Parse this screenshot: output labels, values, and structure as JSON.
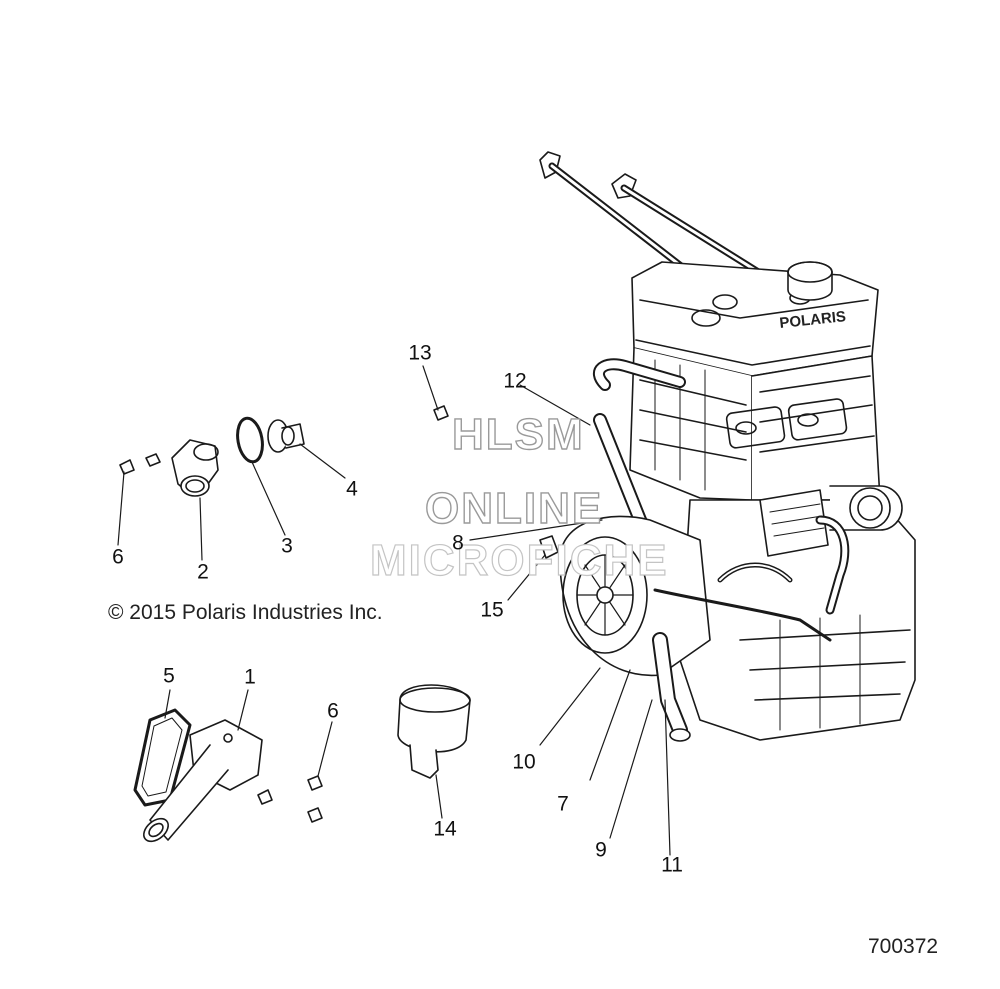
{
  "copyright": "© 2015 Polaris Industries Inc.",
  "drawing_number": "700372",
  "valve_cover_text": "POLARIS",
  "watermark": [
    "HLSM",
    "ONLINE",
    "MICROFICHE"
  ],
  "callouts": {
    "c1": "1",
    "c2": "2",
    "c3": "3",
    "c4": "4",
    "c5": "5",
    "c6a": "6",
    "c6b": "6",
    "c7": "7",
    "c8": "8",
    "c9": "9",
    "c10": "10",
    "c11": "11",
    "c12": "12",
    "c13": "13",
    "c14": "14",
    "c15": "15"
  }
}
